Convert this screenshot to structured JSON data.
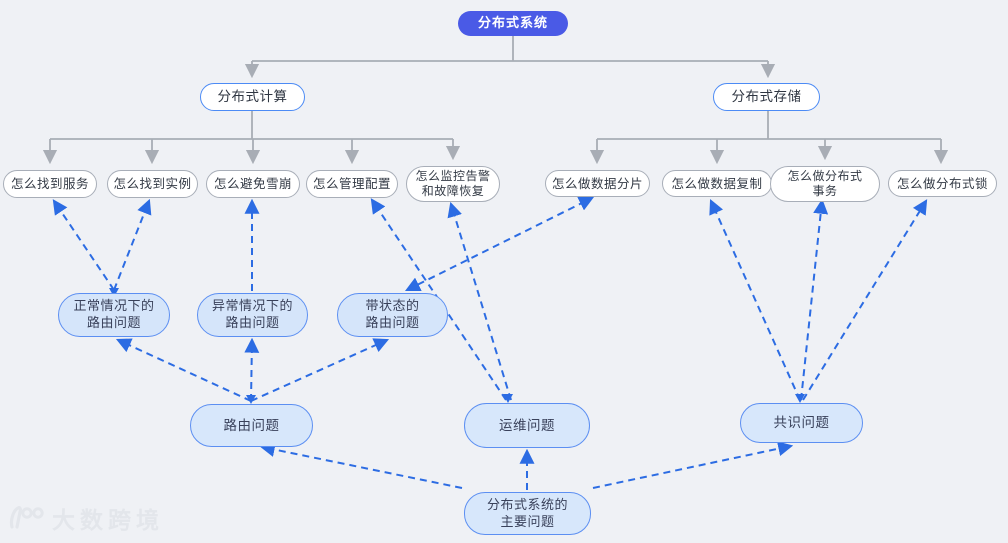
{
  "diagram": {
    "nodes": {
      "root": {
        "label": "分布式系统"
      },
      "compute": {
        "label": "分布式计算"
      },
      "storage": {
        "label": "分布式存储"
      },
      "find_service": {
        "label": "怎么找到服务"
      },
      "find_instance": {
        "label": "怎么找到实例"
      },
      "avoid_avalanche": {
        "label": "怎么避免雪崩"
      },
      "manage_config": {
        "label": "怎么管理配置"
      },
      "monitor": {
        "label": "怎么监控告警和故障恢复",
        "lines": [
          "怎么监控告警",
          "和故障恢复"
        ]
      },
      "sharding": {
        "label": "怎么做数据分片"
      },
      "replication": {
        "label": "怎么做数据复制"
      },
      "transaction": {
        "label": "怎么做分布式事务",
        "lines": [
          "怎么做分布式",
          "事务"
        ]
      },
      "lock": {
        "label": "怎么做分布式锁"
      },
      "normal_routing": {
        "label": "正常情况下的路由问题",
        "lines": [
          "正常情况下的",
          "路由问题"
        ]
      },
      "abnormal_routing": {
        "label": "异常情况下的路由问题",
        "lines": [
          "异常情况下的",
          "路由问题"
        ]
      },
      "stateful_routing": {
        "label": "带状态的路由问题",
        "lines": [
          "带状态的",
          "路由问题"
        ]
      },
      "routing": {
        "label": "路由问题"
      },
      "ops": {
        "label": "运维问题"
      },
      "consensus": {
        "label": "共识问题"
      },
      "main": {
        "label": "分布式系统的主要问题",
        "lines": [
          "分布式系统的",
          "主要问题"
        ]
      }
    },
    "tree_edges": [
      [
        "root",
        "compute"
      ],
      [
        "root",
        "storage"
      ],
      [
        "compute",
        "find_service"
      ],
      [
        "compute",
        "find_instance"
      ],
      [
        "compute",
        "avoid_avalanche"
      ],
      [
        "compute",
        "manage_config"
      ],
      [
        "compute",
        "monitor"
      ],
      [
        "storage",
        "sharding"
      ],
      [
        "storage",
        "replication"
      ],
      [
        "storage",
        "transaction"
      ],
      [
        "storage",
        "lock"
      ]
    ],
    "dashed_edges": [
      [
        "normal_routing",
        "find_service"
      ],
      [
        "normal_routing",
        "find_instance"
      ],
      [
        "abnormal_routing",
        "avoid_avalanche"
      ],
      [
        "stateful_routing",
        "sharding"
      ],
      [
        "routing",
        "normal_routing"
      ],
      [
        "routing",
        "abnormal_routing"
      ],
      [
        "routing",
        "stateful_routing"
      ],
      [
        "ops",
        "manage_config"
      ],
      [
        "ops",
        "monitor"
      ],
      [
        "consensus",
        "replication"
      ],
      [
        "consensus",
        "transaction"
      ],
      [
        "consensus",
        "lock"
      ],
      [
        "main",
        "routing"
      ],
      [
        "main",
        "ops"
      ],
      [
        "main",
        "consensus"
      ]
    ],
    "colors": {
      "background": "#eff1f5",
      "root_fill": "#4a5ae6",
      "root_text": "#ffffff",
      "level2_border": "#4c8bf5",
      "level3_border": "#a8aeb8",
      "light_blue_fill": "#d5e5fa",
      "blue_box_border": "#5c8ff2",
      "dashed_arrow": "#2c6ce3",
      "tree_line": "#a8adb5"
    }
  },
  "watermark": {
    "text": "大数跨境"
  }
}
